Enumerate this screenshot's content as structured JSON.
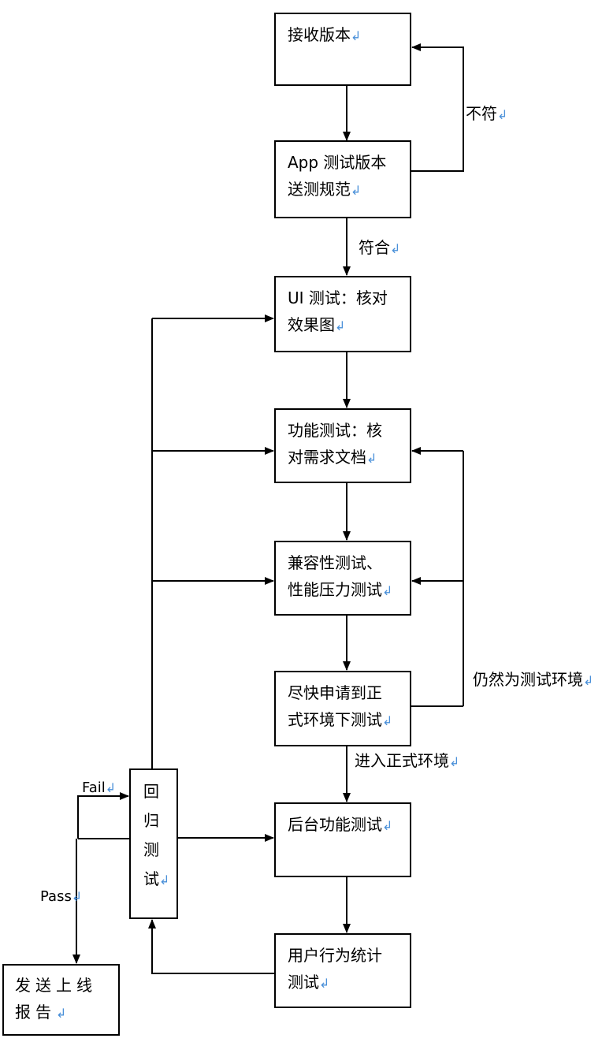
{
  "paragraph_mark": "↲",
  "nodes": {
    "receive": "接收版本",
    "spec": "App 测试版本\n送测规范",
    "ui": "UI 测试：核对\n效果图",
    "func": "功能测试：核\n对需求文档",
    "compat": "兼容性测试、\n性能压力测试",
    "apply": "尽快申请到正\n式环境下测试",
    "backend": "后台功能测试",
    "stats": "用户行为统计\n测试",
    "regression": "回\n归\n测\n试",
    "report": "发送上线\n报告"
  },
  "edge_labels": {
    "not_conform": "不符",
    "conform": "符合",
    "still_test_env": "仍然为测试环境",
    "enter_prod": "进入正式环境",
    "fail": "Fail",
    "pass": "Pass"
  }
}
